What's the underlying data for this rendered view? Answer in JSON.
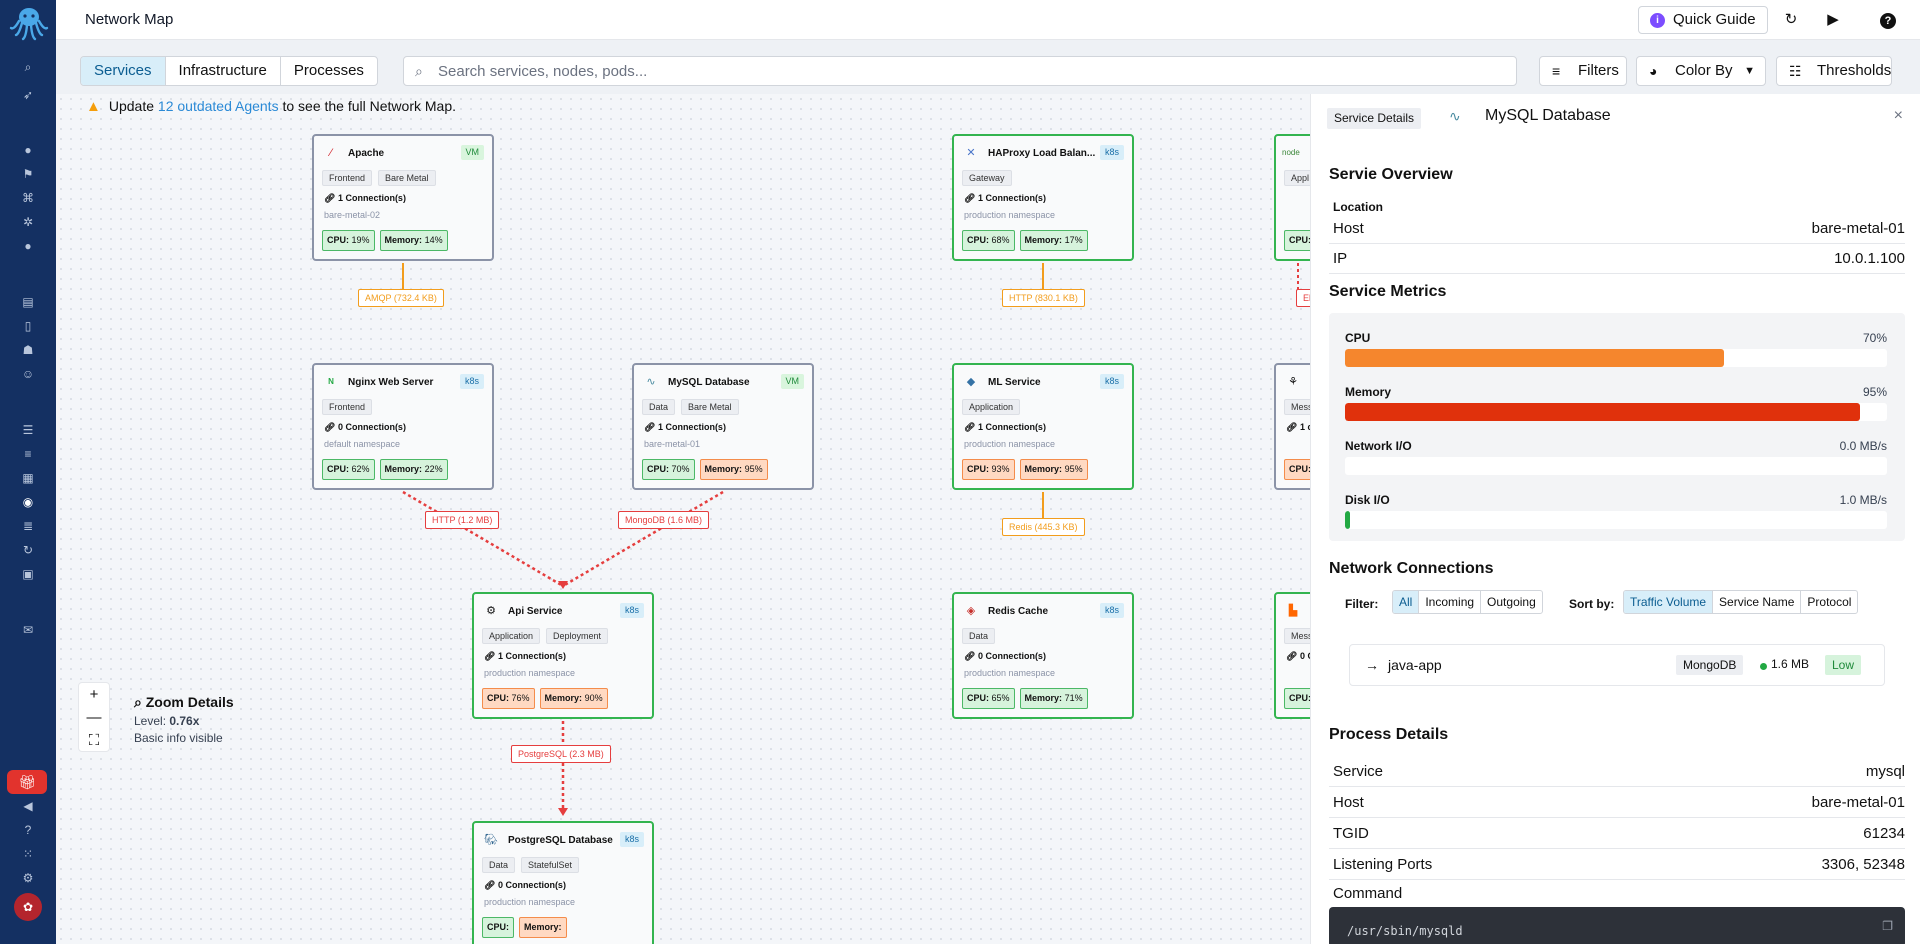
{
  "app": {
    "title": "Network Map"
  },
  "header": {
    "quick_guide_label": "Quick Guide",
    "help_glyph": "?",
    "icons": [
      "refresh-icon",
      "play-icon",
      "help-icon"
    ]
  },
  "sidebar": {
    "icons": [
      "search-icon",
      "rocket-icon",
      "info-icon",
      "flag-icon",
      "hierarchy-icon",
      "nodes-icon",
      "globe-icon",
      "chart-icon",
      "document-icon",
      "robot-icon",
      "team-icon",
      "database-icon",
      "list-icon",
      "grid-icon",
      "globe-icon",
      "stack-icon",
      "sync-icon",
      "package-icon",
      "message-icon",
      "gift-icon",
      "megaphone-icon",
      "help-icon",
      "apps-icon",
      "gear-icon",
      "avatar"
    ]
  },
  "toolbar": {
    "tabs": [
      {
        "label": "Services",
        "active": true
      },
      {
        "label": "Infrastructure",
        "active": false
      },
      {
        "label": "Processes",
        "active": false
      }
    ],
    "search_placeholder": "Search services, nodes, pods...",
    "filters_label": "Filters",
    "color_by_label": "Color By",
    "thresholds_label": "Thresholds"
  },
  "warning": {
    "prefix": "Update ",
    "link": "12 outdated Agents",
    "suffix": " to see the full Network Map."
  },
  "nodes": [
    {
      "id": "apache",
      "name": "Apache",
      "badge": "VM",
      "tags": [
        "Frontend",
        "Bare Metal"
      ],
      "connections": "1 Connection(s)",
      "sub": "bare-metal-02",
      "cpu": "19%",
      "memory": "14%",
      "cpu_level": "g",
      "mem_level": "g",
      "border": "gray",
      "icon": "apache-feather-icon"
    },
    {
      "id": "haproxy",
      "name": "HAProxy Load Balan...",
      "badge": "k8s",
      "tags": [
        "Gateway"
      ],
      "connections": "1 Connection(s)",
      "sub": "production namespace",
      "cpu": "68%",
      "memory": "17%",
      "cpu_level": "g",
      "mem_level": "g",
      "border": "green",
      "icon": "haproxy-icon"
    },
    {
      "id": "app-partial-1",
      "name": "node",
      "badge": "",
      "tags": [
        "Appl"
      ],
      "connections": "",
      "sub": "",
      "cpu": "",
      "memory": "",
      "cpu_level": "g",
      "mem_level": "g",
      "border": "green",
      "icon": "nodejs-icon"
    },
    {
      "id": "nginx",
      "name": "Nginx Web Server",
      "badge": "k8s",
      "tags": [
        "Frontend"
      ],
      "connections": "0 Connection(s)",
      "sub": "default namespace",
      "cpu": "62%",
      "memory": "22%",
      "cpu_level": "g",
      "mem_level": "g",
      "border": "gray",
      "icon": "nginx-icon"
    },
    {
      "id": "mysql",
      "name": "MySQL Database",
      "badge": "VM",
      "tags": [
        "Data",
        "Bare Metal"
      ],
      "connections": "1 Connection(s)",
      "sub": "bare-metal-01",
      "cpu": "70%",
      "memory": "95%",
      "cpu_level": "g",
      "mem_level": "o",
      "border": "gray",
      "icon": "mysql-dolphin-icon"
    },
    {
      "id": "ml",
      "name": "ML Service",
      "badge": "k8s",
      "tags": [
        "Application"
      ],
      "connections": "1 Connection(s)",
      "sub": "production namespace",
      "cpu": "93%",
      "memory": "95%",
      "cpu_level": "o",
      "mem_level": "o",
      "border": "green",
      "icon": "python-icon"
    },
    {
      "id": "msg-partial",
      "name": "",
      "badge": "",
      "tags": [
        "Mess"
      ],
      "connections": "1 c",
      "sub": "",
      "cpu": "",
      "memory": "",
      "cpu_level": "o",
      "mem_level": "o",
      "border": "gray",
      "icon": "kafka-icon"
    },
    {
      "id": "api",
      "name": "Api Service",
      "badge": "k8s",
      "tags": [
        "Application",
        "Deployment"
      ],
      "connections": "1 Connection(s)",
      "sub": "production namespace",
      "cpu": "76%",
      "memory": "90%",
      "cpu_level": "o",
      "mem_level": "o",
      "border": "green",
      "icon": "gear-icon"
    },
    {
      "id": "redis",
      "name": "Redis Cache",
      "badge": "k8s",
      "tags": [
        "Data"
      ],
      "connections": "0 Connection(s)",
      "sub": "production namespace",
      "cpu": "65%",
      "memory": "71%",
      "cpu_level": "g",
      "mem_level": "g",
      "border": "green",
      "icon": "redis-icon"
    },
    {
      "id": "mess-partial-2",
      "name": "",
      "badge": "",
      "tags": [
        "Mess"
      ],
      "connections": "0 C",
      "sub": "",
      "cpu": "",
      "memory": "",
      "cpu_level": "g",
      "mem_level": "g",
      "border": "green",
      "icon": "rabbitmq-icon"
    },
    {
      "id": "postgres",
      "name": "PostgreSQL Database",
      "badge": "k8s",
      "tags": [
        "Data",
        "StatefulSet"
      ],
      "connections": "0 Connection(s)",
      "sub": "production namespace",
      "cpu": "",
      "memory": "",
      "cpu_level": "g",
      "mem_level": "o",
      "border": "green",
      "icon": "postgresql-icon"
    }
  ],
  "edges": [
    {
      "label": "AMQP (732.4 KB)",
      "color": "orange"
    },
    {
      "label": "HTTP (830.1 KB)",
      "color": "orange"
    },
    {
      "label": "El",
      "color": "red"
    },
    {
      "label": "HTTP (1.2 MB)",
      "color": "red"
    },
    {
      "label": "MongoDB (1.6 MB)",
      "color": "red"
    },
    {
      "label": "Redis (445.3 KB)",
      "color": "orange"
    },
    {
      "label": "PostgreSQL (2.3 MB)",
      "color": "red"
    }
  ],
  "zoom": {
    "title": "Zoom Details",
    "level_label": "Level: ",
    "level_value": "0.76x",
    "detail": "Basic info visible",
    "plus": "+",
    "minus": "—",
    "fit": "⛶"
  },
  "panel": {
    "tag": "Service Details",
    "title": "MySQL Database",
    "close": "×",
    "overview_title": "Servie Overview",
    "location_label": "Location",
    "host_label": "Host",
    "host_value": "bare-metal-01",
    "ip_label": "IP",
    "ip_value": "10.0.1.100",
    "metrics_title": "Service Metrics",
    "metrics": [
      {
        "label": "CPU",
        "value": "70%",
        "fraction": 0.7,
        "color": "#f5862d"
      },
      {
        "label": "Memory",
        "value": "95%",
        "fraction": 0.95,
        "color": "#e0310c"
      },
      {
        "label": "Network I/O",
        "value": "0.0 MB/s",
        "fraction": 0.0,
        "color": "#22a843"
      },
      {
        "label": "Disk I/O",
        "value": "1.0 MB/s",
        "fraction": 0.01,
        "color": "#22a843"
      }
    ],
    "connections_title": "Network Connections",
    "filter_label": "Filter:",
    "filters": [
      {
        "label": "All",
        "on": true
      },
      {
        "label": "Incoming",
        "on": false
      },
      {
        "label": "Outgoing",
        "on": false
      }
    ],
    "sort_label": "Sort by:",
    "sorts": [
      {
        "label": "Traffic Volume",
        "on": true
      },
      {
        "label": "Service Name",
        "on": false
      },
      {
        "label": "Protocol",
        "on": false
      }
    ],
    "connection": {
      "arrow": "→",
      "name": "java-app",
      "protocol": "MongoDB",
      "size": "1.6 MB",
      "level": "Low"
    },
    "process_title": "Process Details",
    "process": [
      {
        "k": "Service",
        "v": "mysql"
      },
      {
        "k": "Host",
        "v": "bare-metal-01"
      },
      {
        "k": "TGID",
        "v": "61234"
      },
      {
        "k": "Listening Ports",
        "v": "3306, 52348"
      }
    ],
    "command_label": "Command",
    "command_value": "/usr/sbin/mysqld"
  }
}
